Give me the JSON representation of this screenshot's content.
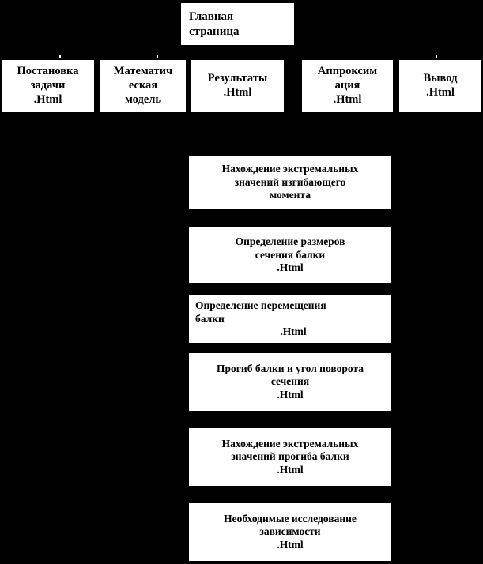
{
  "diagram": {
    "title_node": {
      "lines": [
        "Главная",
        "страница"
      ]
    },
    "level2": [
      {
        "name": "postanovka-zadachi",
        "lines": [
          "Постановка",
          "задачи",
          ".Html"
        ]
      },
      {
        "name": "matematicheskaya-model",
        "lines": [
          "Математич",
          "еская",
          "модель"
        ]
      },
      {
        "name": "rezultaty",
        "lines": [
          "Результаты",
          ".Html"
        ]
      },
      {
        "name": "approksimaciya",
        "lines": [
          "Аппроксим",
          "ация",
          ".Html"
        ]
      },
      {
        "name": "vyvod",
        "lines": [
          "Вывод",
          ".Html"
        ]
      }
    ],
    "level3": [
      {
        "name": "ekstremalnye-znacheniya-izgibayushchego-momenta",
        "lines": [
          "Нахождение экстремальных",
          "значений изгибающего",
          "момента"
        ]
      },
      {
        "name": "razmery-secheniya-balki",
        "lines": [
          "Определение размеров",
          "сечения балки",
          ".Html"
        ]
      },
      {
        "name": "peremeshchenie-balki",
        "lines": [
          "Определение перемещения",
          "балки",
          ".Html"
        ]
      },
      {
        "name": "progib-balki-ugol-povorota",
        "lines": [
          "Прогиб балки и угол поворота",
          "сечения",
          ".Html"
        ]
      },
      {
        "name": "ekstremalnye-znacheniya-progiba-balki",
        "lines": [
          "Нахождение экстремальных",
          "значений прогиба балки",
          ".Html"
        ]
      },
      {
        "name": "neobhodimye-issledovanie-zavisimosti",
        "lines": [
          "Необходимые исследование",
          "зависимости",
          ".Html"
        ]
      }
    ],
    "colors": {
      "background": "#000000",
      "node_fill": "#ffffff",
      "node_text": "#000000"
    }
  }
}
